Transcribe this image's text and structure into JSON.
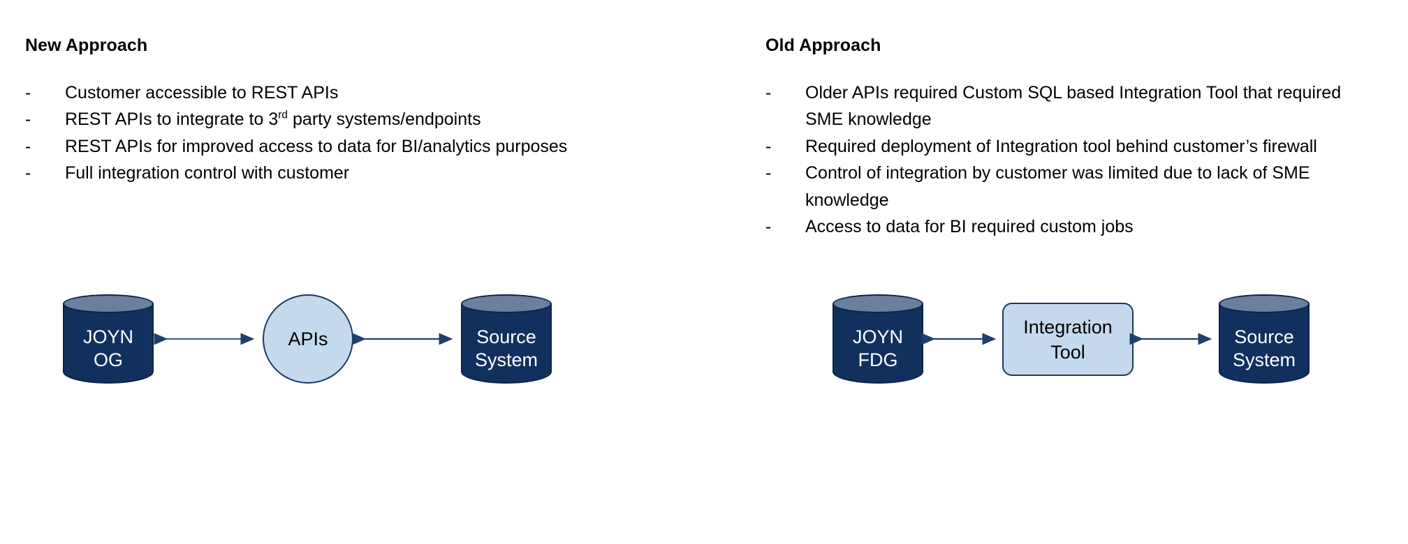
{
  "slide": {
    "background": "#ffffff",
    "accent_dark": "#12305e",
    "accent_light": "#c5d9ec",
    "cylinder_top": "#6b7f9e",
    "outline": "#1b3a63"
  },
  "left_column": {
    "title": "New Approach",
    "bullets": [
      {
        "dash": "-",
        "text": "Customer accessible to REST APIs"
      },
      {
        "dash": "-",
        "pre": "REST APIs to integrate to 3",
        "sup": "rd",
        "post": " party systems/endpoints"
      },
      {
        "dash": "-",
        "text": "REST APIs for improved access to data for BI/analytics purposes"
      },
      {
        "dash": "-",
        "text": "Full integration control with customer"
      }
    ]
  },
  "right_column": {
    "title": "Old Approach",
    "bullets": [
      {
        "dash": "-",
        "text": "Older APIs required Custom SQL based Integration Tool that required SME knowledge"
      },
      {
        "dash": "-",
        "text": "Required deployment of Integration tool behind customer’s firewall"
      },
      {
        "dash": "-",
        "text": "Control of integration by customer was limited due to lack of SME knowledge"
      },
      {
        "dash": "-",
        "text": "Access to data for BI required custom jobs"
      }
    ]
  },
  "diagram_new": {
    "nodes": [
      {
        "id": "joyn-og",
        "shape": "cylinder",
        "line1": "JOYN",
        "line2": "OG"
      },
      {
        "id": "apis",
        "shape": "circle",
        "line1": "APIs",
        "line2": ""
      },
      {
        "id": "source-system",
        "shape": "cylinder",
        "line1": "Source",
        "line2": "System"
      }
    ],
    "connectors": [
      {
        "from": "joyn-og",
        "to": "apis",
        "type": "double-arrow"
      },
      {
        "from": "apis",
        "to": "source-system",
        "type": "double-arrow"
      }
    ]
  },
  "diagram_old": {
    "nodes": [
      {
        "id": "joyn-fdg",
        "shape": "cylinder",
        "line1": "JOYN",
        "line2": "FDG"
      },
      {
        "id": "integration-tool",
        "shape": "rounded-rect",
        "line1": "Integration",
        "line2": "Tool"
      },
      {
        "id": "source-system",
        "shape": "cylinder",
        "line1": "Source",
        "line2": "System"
      }
    ],
    "connectors": [
      {
        "from": "joyn-fdg",
        "to": "integration-tool",
        "type": "double-arrow"
      },
      {
        "from": "integration-tool",
        "to": "source-system",
        "type": "double-arrow"
      }
    ]
  }
}
